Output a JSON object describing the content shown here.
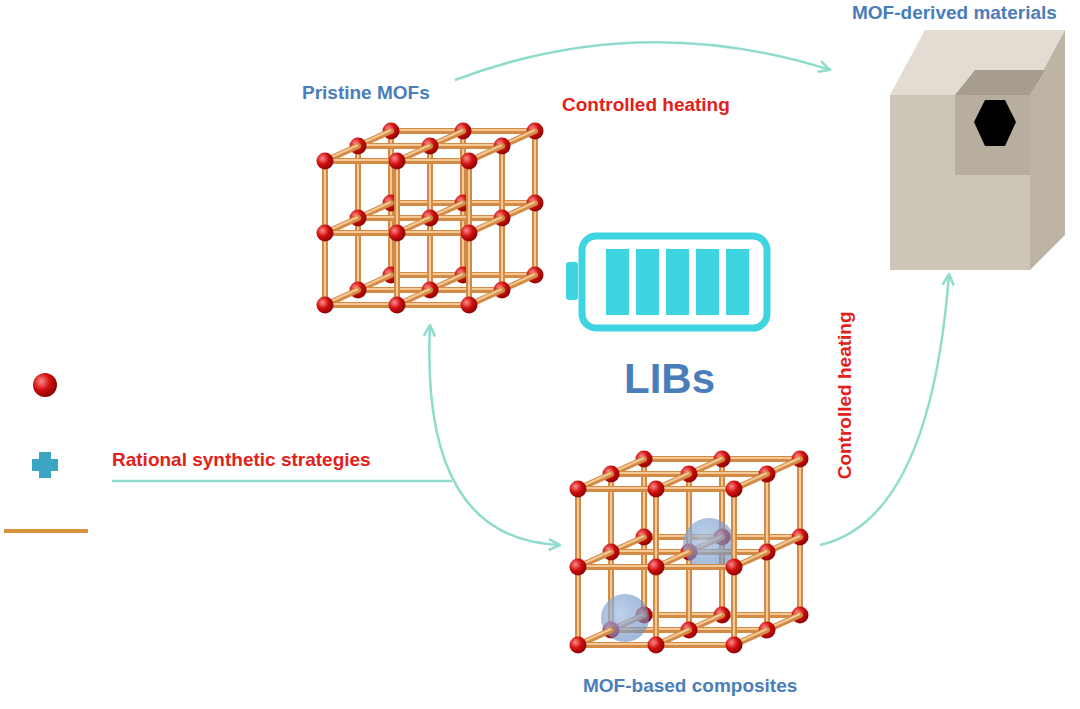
{
  "diagram": {
    "nodes": [
      {
        "text": [
          "Pristine MOFs"
        ]
      },
      {
        "text": [
          "MOF-derived materials"
        ]
      },
      {
        "text": [
          "LIBs"
        ]
      },
      {
        "text": [
          "MOF-based composites"
        ]
      }
    ],
    "edges": [
      {
        "from": 0,
        "to": 1,
        "label": "Controlled heating",
        "arrow": "to"
      },
      {
        "from": 3,
        "to": 1,
        "label": "Controlled heating",
        "arrow": "to"
      },
      {
        "from": 0,
        "to": 3,
        "arrow": "both"
      }
    ],
    "labels": [
      "Rational synthetic strategies"
    ]
  }
}
